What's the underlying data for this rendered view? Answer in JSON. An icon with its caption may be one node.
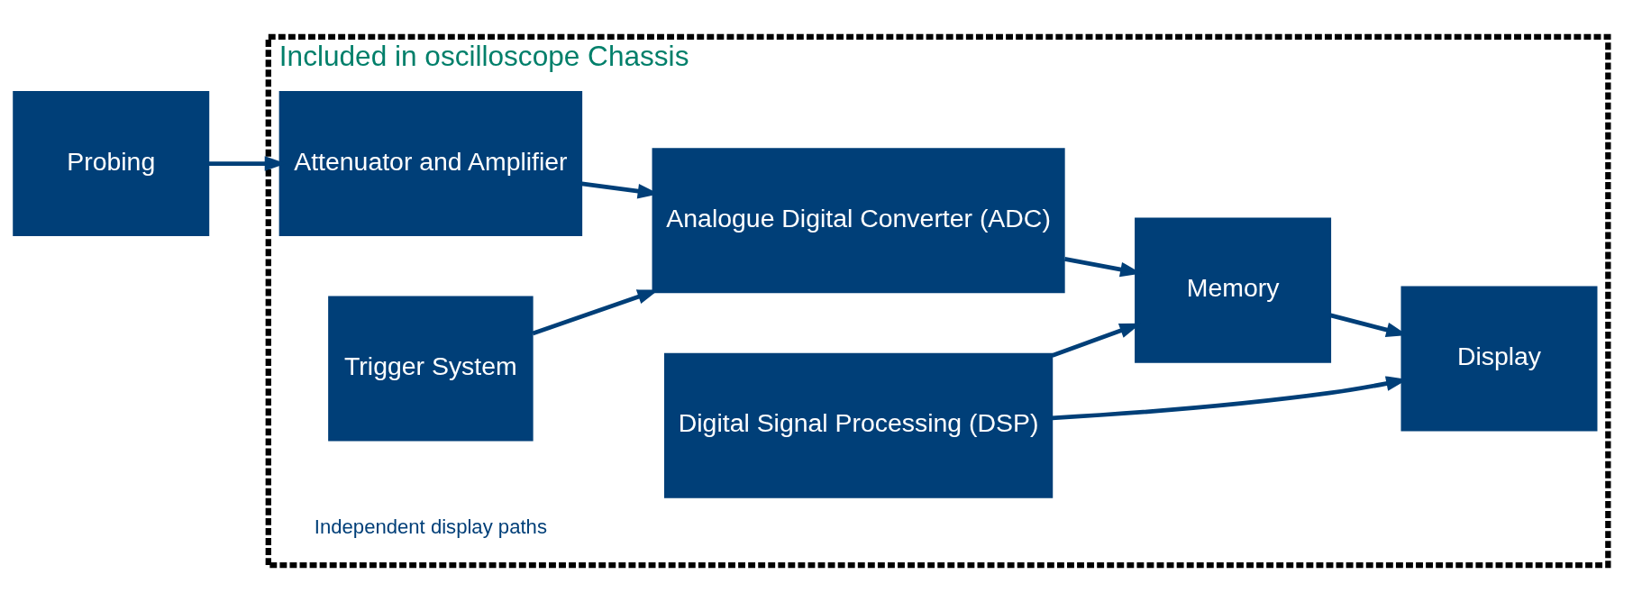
{
  "diagram": {
    "nodes": [
      {
        "text": [
          "Included in oscilloscope Chassis"
        ]
      },
      {
        "text": [
          "Probing"
        ]
      },
      {
        "text": [
          "Attenuator and Amplifier"
        ],
        "in": 0
      },
      {
        "text": [
          "Trigger System"
        ],
        "in": 0
      },
      {
        "text": [
          "Analogue Digital Converter (ADC)"
        ],
        "in": 0
      },
      {
        "text": [
          "Digital Signal Processing (DSP)"
        ],
        "in": 0
      },
      {
        "text": [
          "Memory"
        ],
        "in": 0
      },
      {
        "text": [
          "Display"
        ],
        "in": 0
      }
    ],
    "edges": [
      {
        "from": 1,
        "to": 2,
        "arrow": "to"
      },
      {
        "from": 2,
        "to": 4,
        "arrow": "to"
      },
      {
        "from": 3,
        "to": 4,
        "arrow": "to"
      },
      {
        "from": 4,
        "to": 6,
        "arrow": "to"
      },
      {
        "from": 5,
        "to": 6,
        "arrow": "to"
      },
      {
        "from": 5,
        "to": 7,
        "arrow": "to"
      },
      {
        "from": 6,
        "to": 7,
        "arrow": "to"
      }
    ],
    "labels": [
      "Independent display paths"
    ]
  }
}
